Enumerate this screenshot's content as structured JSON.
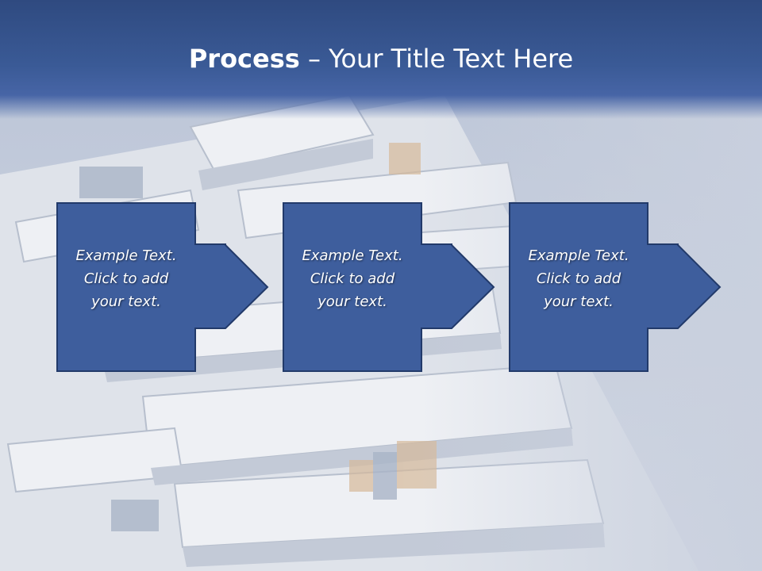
{
  "slide": {
    "title_strong": "Process",
    "title_rest": "– Your Title Text Here",
    "steps": [
      {
        "line1": "Example Text.",
        "line2": "Click  to add",
        "line3": "your text."
      },
      {
        "line1": "Example Text.",
        "line2": "Click  to add",
        "line3": "your text."
      },
      {
        "line1": "Example Text.",
        "line2": "Click  to add",
        "line3": "your text."
      }
    ]
  },
  "colors": {
    "header": "#3a5a96",
    "box_fill": "#3e5e9d",
    "box_border": "#223a6a",
    "text": "#ffffff"
  }
}
